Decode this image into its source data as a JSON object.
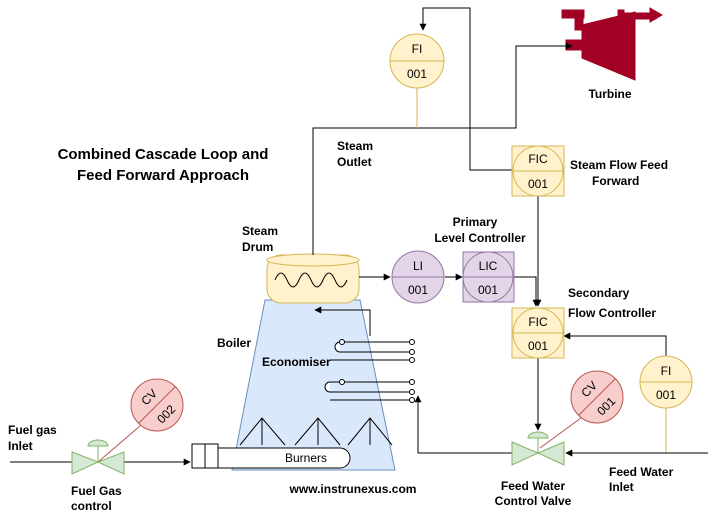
{
  "title_line1": "Combined Cascade Loop and",
  "title_line2": "Feed Forward Approach",
  "labels": {
    "turbine": "Turbine",
    "steam_outlet_1": "Steam",
    "steam_outlet_2": "Outlet",
    "steam_flow_ff_1": "Steam Flow Feed",
    "steam_flow_ff_2": "Forward",
    "primary_lc_1": "Primary",
    "primary_lc_2": "Level Controller",
    "steam_drum_1": "Steam",
    "steam_drum_2": "Drum",
    "secondary_fc_1": "Secondary",
    "secondary_fc_2": "Flow Controller",
    "boiler": "Boiler",
    "economiser": "Economiser",
    "fuel_gas_inlet_1": "Fuel gas",
    "fuel_gas_inlet_2": "Inlet",
    "fuel_gas_control_1": "Fuel Gas",
    "fuel_gas_control_2": "control",
    "burners": "Burners",
    "website": "www.instrunexus.com",
    "fw_control_valve_1": "Feed Water",
    "fw_control_valve_2": "Control Valve",
    "fw_inlet_1": "Feed Water",
    "fw_inlet_2": "Inlet"
  },
  "instruments": {
    "fi_top": {
      "tag": "FI",
      "num": "001"
    },
    "fic_top": {
      "tag": "FIC",
      "num": "001"
    },
    "li": {
      "tag": "LI",
      "num": "001"
    },
    "lic": {
      "tag": "LIC",
      "num": "001"
    },
    "fic_mid": {
      "tag": "FIC",
      "num": "001"
    },
    "fi_right": {
      "tag": "FI",
      "num": "001"
    },
    "cv_left": {
      "tag": "CV",
      "num": "002"
    },
    "cv_right": {
      "tag": "CV",
      "num": "001"
    }
  },
  "colors": {
    "instrument_yellow_fill": "#fff2cc",
    "instrument_yellow_stroke": "#d6b656",
    "instrument_purple_fill": "#e1d5e7",
    "instrument_purple_stroke": "#9673a6",
    "instrument_red_fill": "#f8cecc",
    "instrument_red_stroke": "#b85450",
    "boiler_fill": "#dae8fc",
    "boiler_stroke": "#6c8ebf",
    "valve_fill": "#d5e8d4",
    "valve_stroke": "#82b366",
    "turbine": "#a20025"
  }
}
